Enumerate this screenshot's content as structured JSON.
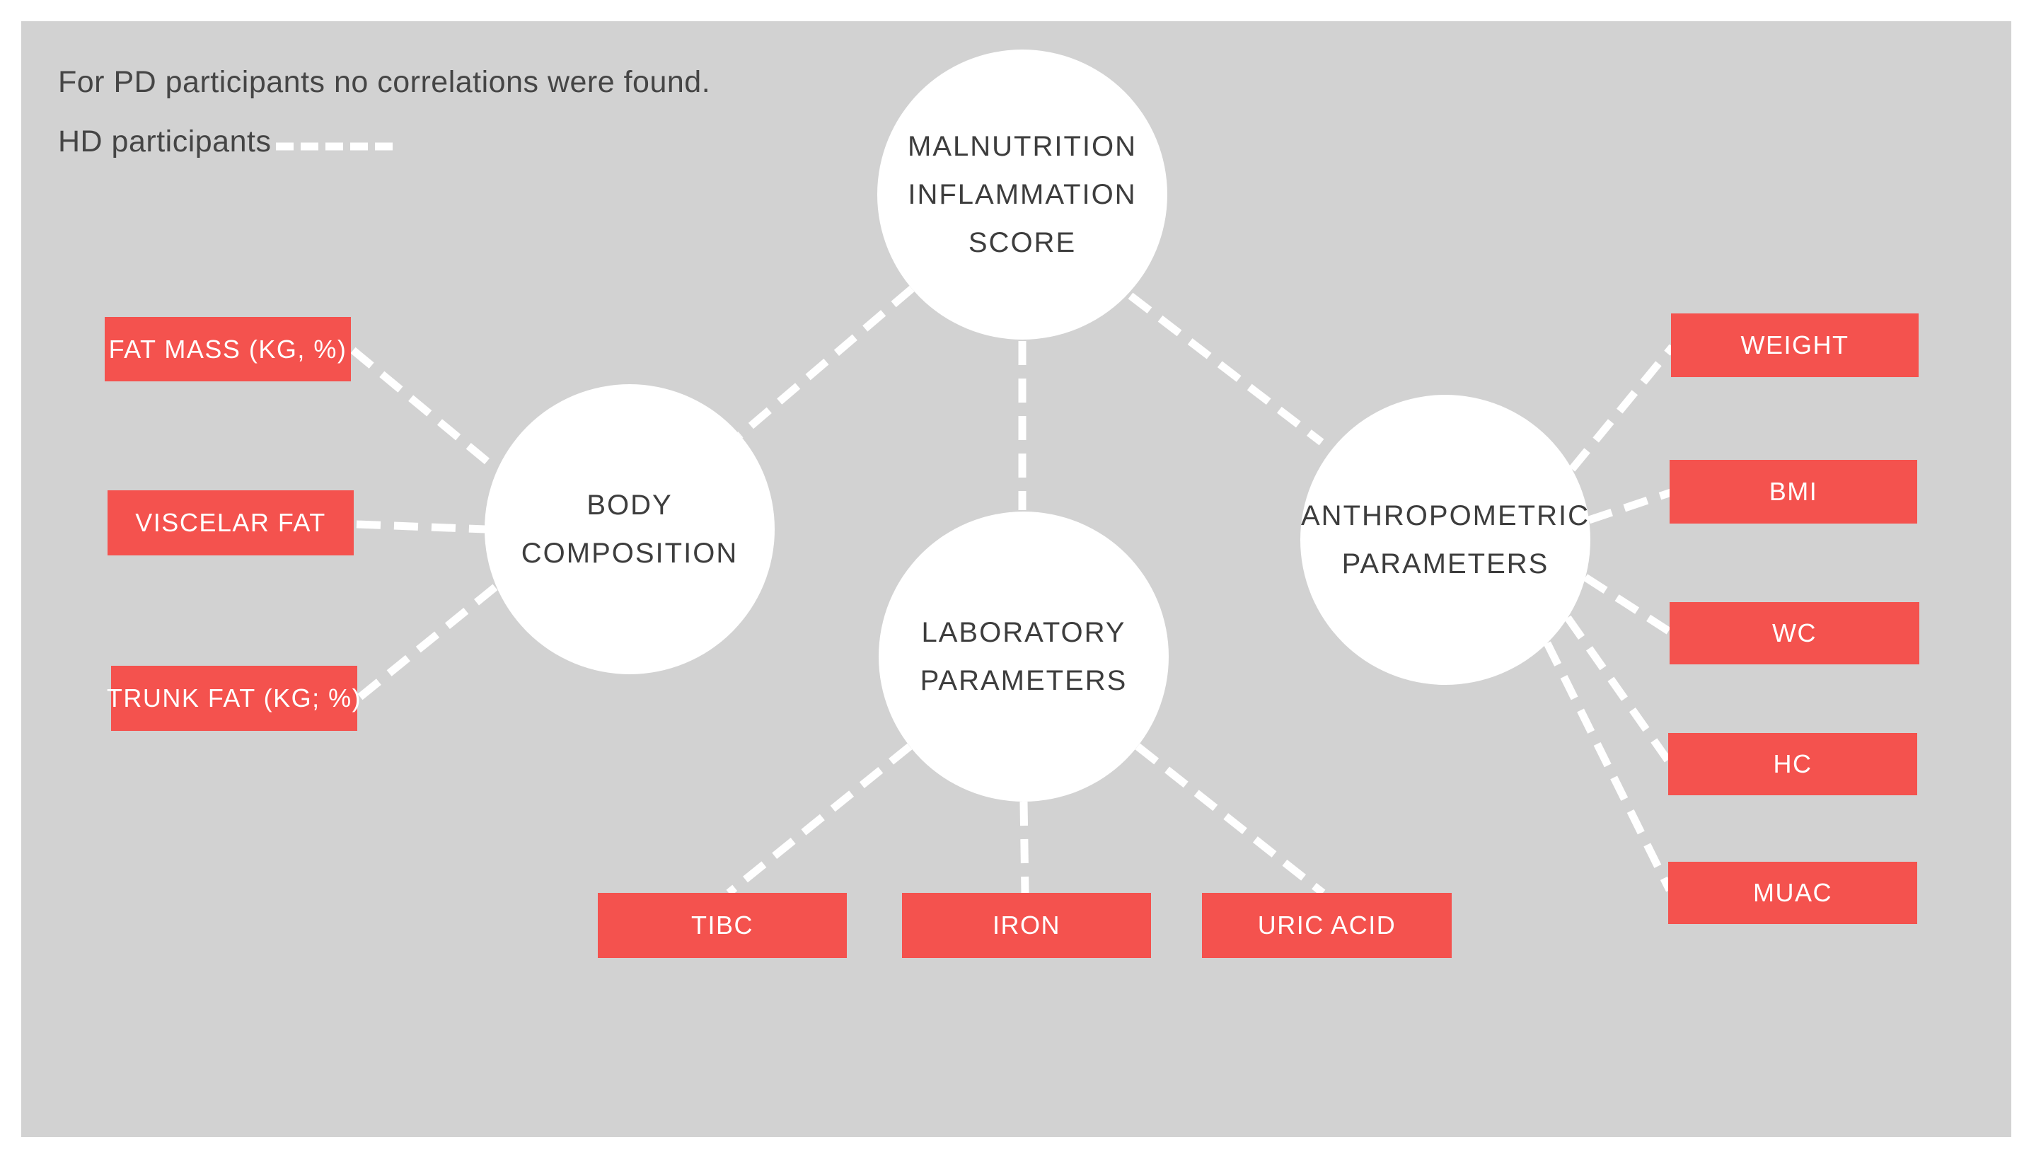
{
  "page": {
    "background_color": "#ffffff",
    "canvas_color": "#d2d2d2"
  },
  "legend": {
    "note": "For PD participants no correlations were found.",
    "hd_label": "HD participants",
    "hd_line_color": "#ffffff",
    "hd_line_style": "dashed"
  },
  "colors": {
    "node_fill": "#ffffff",
    "node_text": "#3d3d3d",
    "box_fill": "#f4524e",
    "box_text": "#ffffff",
    "connector": "#ffffff"
  },
  "nodes": [
    {
      "id": "malnutrition-inflammation-score",
      "lines": [
        "MALNUTRITION",
        "INFLAMMATION",
        "SCORE"
      ]
    },
    {
      "id": "body-composition",
      "lines": [
        "BODY",
        "COMPOSITION"
      ]
    },
    {
      "id": "laboratory-parameters",
      "lines": [
        "LABORATORY",
        "PARAMETERS"
      ]
    },
    {
      "id": "anthropometric-parameters",
      "lines": [
        "ANTHROPOMETRIC",
        "PARAMETERS"
      ]
    }
  ],
  "boxes": [
    {
      "id": "fat-mass",
      "label": "FAT MASS (KG, %)",
      "group": "body-composition"
    },
    {
      "id": "viscelar-fat",
      "label": "VISCELAR FAT",
      "group": "body-composition"
    },
    {
      "id": "trunk-fat",
      "label": "TRUNK FAT (KG; %)",
      "group": "body-composition"
    },
    {
      "id": "tibc",
      "label": "TIBC",
      "group": "laboratory-parameters"
    },
    {
      "id": "iron",
      "label": "IRON",
      "group": "laboratory-parameters"
    },
    {
      "id": "uric-acid",
      "label": "URIC ACID",
      "group": "laboratory-parameters"
    },
    {
      "id": "weight",
      "label": "WEIGHT",
      "group": "anthropometric-parameters"
    },
    {
      "id": "bmi",
      "label": "BMI",
      "group": "anthropometric-parameters"
    },
    {
      "id": "wc",
      "label": "WC",
      "group": "anthropometric-parameters"
    },
    {
      "id": "hc",
      "label": "HC",
      "group": "anthropometric-parameters"
    },
    {
      "id": "muac",
      "label": "MUAC",
      "group": "anthropometric-parameters"
    }
  ],
  "edges": [
    {
      "from": "malnutrition-inflammation-score",
      "to": "body-composition",
      "style": "dashed-white"
    },
    {
      "from": "malnutrition-inflammation-score",
      "to": "laboratory-parameters",
      "style": "dashed-white"
    },
    {
      "from": "malnutrition-inflammation-score",
      "to": "anthropometric-parameters",
      "style": "dashed-white"
    },
    {
      "from": "body-composition",
      "to": "fat-mass",
      "style": "dashed-white"
    },
    {
      "from": "body-composition",
      "to": "viscelar-fat",
      "style": "dashed-white"
    },
    {
      "from": "body-composition",
      "to": "trunk-fat",
      "style": "dashed-white"
    },
    {
      "from": "laboratory-parameters",
      "to": "tibc",
      "style": "dashed-white"
    },
    {
      "from": "laboratory-parameters",
      "to": "iron",
      "style": "dashed-white"
    },
    {
      "from": "laboratory-parameters",
      "to": "uric-acid",
      "style": "dashed-white"
    },
    {
      "from": "anthropometric-parameters",
      "to": "weight",
      "style": "dashed-white"
    },
    {
      "from": "anthropometric-parameters",
      "to": "bmi",
      "style": "dashed-white"
    },
    {
      "from": "anthropometric-parameters",
      "to": "wc",
      "style": "dashed-white"
    },
    {
      "from": "anthropometric-parameters",
      "to": "hc",
      "style": "dashed-white"
    },
    {
      "from": "anthropometric-parameters",
      "to": "muac",
      "style": "dashed-white"
    }
  ]
}
